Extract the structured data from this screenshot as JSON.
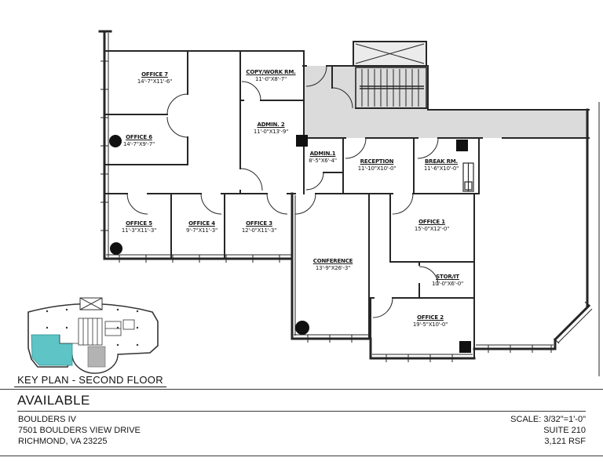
{
  "plan": {
    "rooms": [
      {
        "name": "OFFICE 7",
        "dims": "14'-7\"X11'-6\""
      },
      {
        "name": "OFFICE 6",
        "dims": "14'-7\"X9'-7\""
      },
      {
        "name": "COPY/WORK RM.",
        "dims": "11'-0\"X8'-7\""
      },
      {
        "name": "ADMIN. 2",
        "dims": "11'-0\"X13'-9\""
      },
      {
        "name": "ADMIN.1",
        "dims": "8'-5\"X6'-4\""
      },
      {
        "name": "RECEPTION",
        "dims": "11'-10\"X10'-0\""
      },
      {
        "name": "BREAK RM.",
        "dims": "11'-6\"X10'-0\""
      },
      {
        "name": "OFFICE 5",
        "dims": "11'-3\"X11'-3\""
      },
      {
        "name": "OFFICE 4",
        "dims": "9'-7\"X11'-3\""
      },
      {
        "name": "OFFICE 3",
        "dims": "12'-0\"X11'-3\""
      },
      {
        "name": "CONFERENCE",
        "dims": "13'-9\"X26'-3\""
      },
      {
        "name": "OFFICE 1",
        "dims": "15'-0\"X12'-0\""
      },
      {
        "name": "STOR/IT",
        "dims": "10'-0\"X6'-0\""
      },
      {
        "name": "OFFICE 2",
        "dims": "19'-5\"X10'-0\""
      }
    ],
    "key_plan": {
      "label": "KEY PLAN - SECOND FLOOR",
      "highlight_color": "#5EC4C6"
    },
    "colors": {
      "corridor": "#DBDBDB",
      "wall": "#262626",
      "keyplan_gray": "#B3B3B3"
    }
  },
  "footer": {
    "availability": "AVAILABLE",
    "building": "BOULDERS IV",
    "address_line1": "7501 BOULDERS VIEW DRIVE",
    "address_line2": "RICHMOND, VA 23225",
    "scale": "SCALE: 3/32\"=1'-0\"",
    "suite": "SUITE 210",
    "area": "3,121 RSF"
  }
}
